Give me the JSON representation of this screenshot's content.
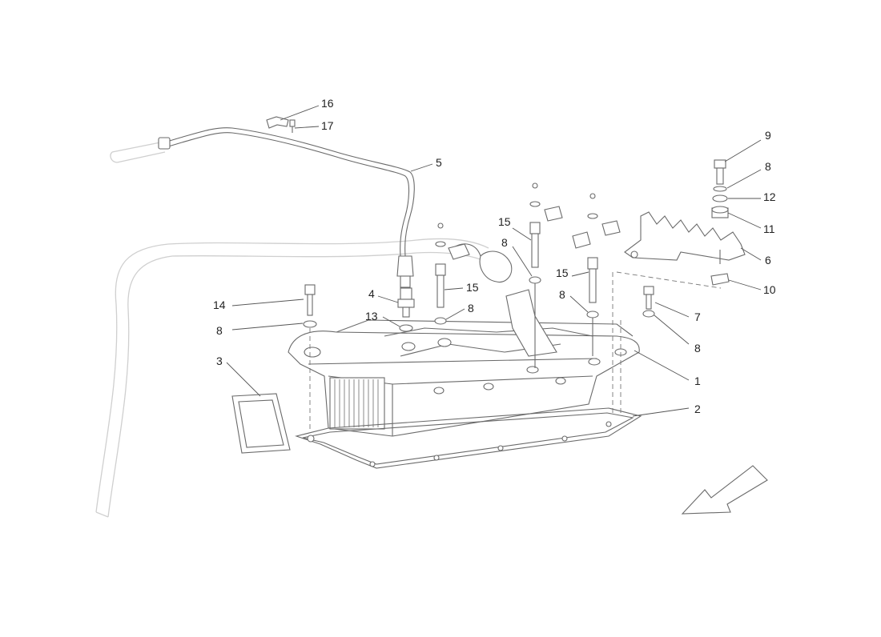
{
  "diagram": {
    "callouts": {
      "c16": "16",
      "c17": "17",
      "c5": "5",
      "c9": "9",
      "c8a": "8",
      "c12": "12",
      "c11": "11",
      "c6": "6",
      "c10": "10",
      "c15a": "15",
      "c8b": "8",
      "c15b": "15",
      "c8c": "8",
      "c15c": "15",
      "c8d": "8",
      "c4": "4",
      "c13": "13",
      "c14": "14",
      "c8e": "8",
      "c7": "7",
      "c8f": "8",
      "c3": "3",
      "c1": "1",
      "c2": "2"
    }
  }
}
